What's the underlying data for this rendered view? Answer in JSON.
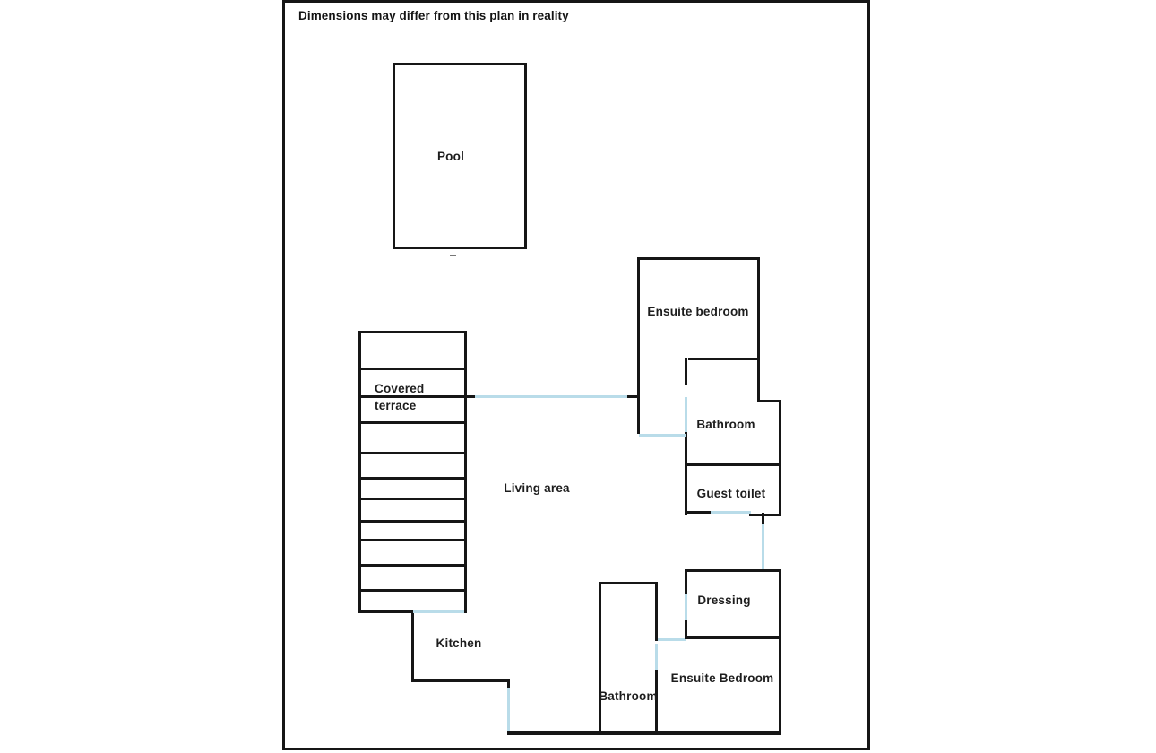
{
  "disclaimer": "Dimensions may differ from this plan in reality",
  "rooms": {
    "pool": {
      "label": "Pool"
    },
    "covered_terrace": {
      "line1": "Covered",
      "line2": "terrace"
    },
    "living_area": {
      "label": "Living area"
    },
    "kitchen": {
      "label": "Kitchen"
    },
    "ensuite_bedroom_top": {
      "label": "Ensuite bedroom"
    },
    "bathroom_top": {
      "label": "Bathroom"
    },
    "guest_toilet": {
      "label": "Guest toilet"
    },
    "dressing": {
      "label": "Dressing"
    },
    "ensuite_bedroom_bottom": {
      "label": "Ensuite Bedroom"
    },
    "bathroom_bottom": {
      "label": "Bathroom"
    }
  },
  "colors": {
    "wall": "#161616",
    "door_opening": "#b9dce9",
    "background": "#ffffff"
  }
}
